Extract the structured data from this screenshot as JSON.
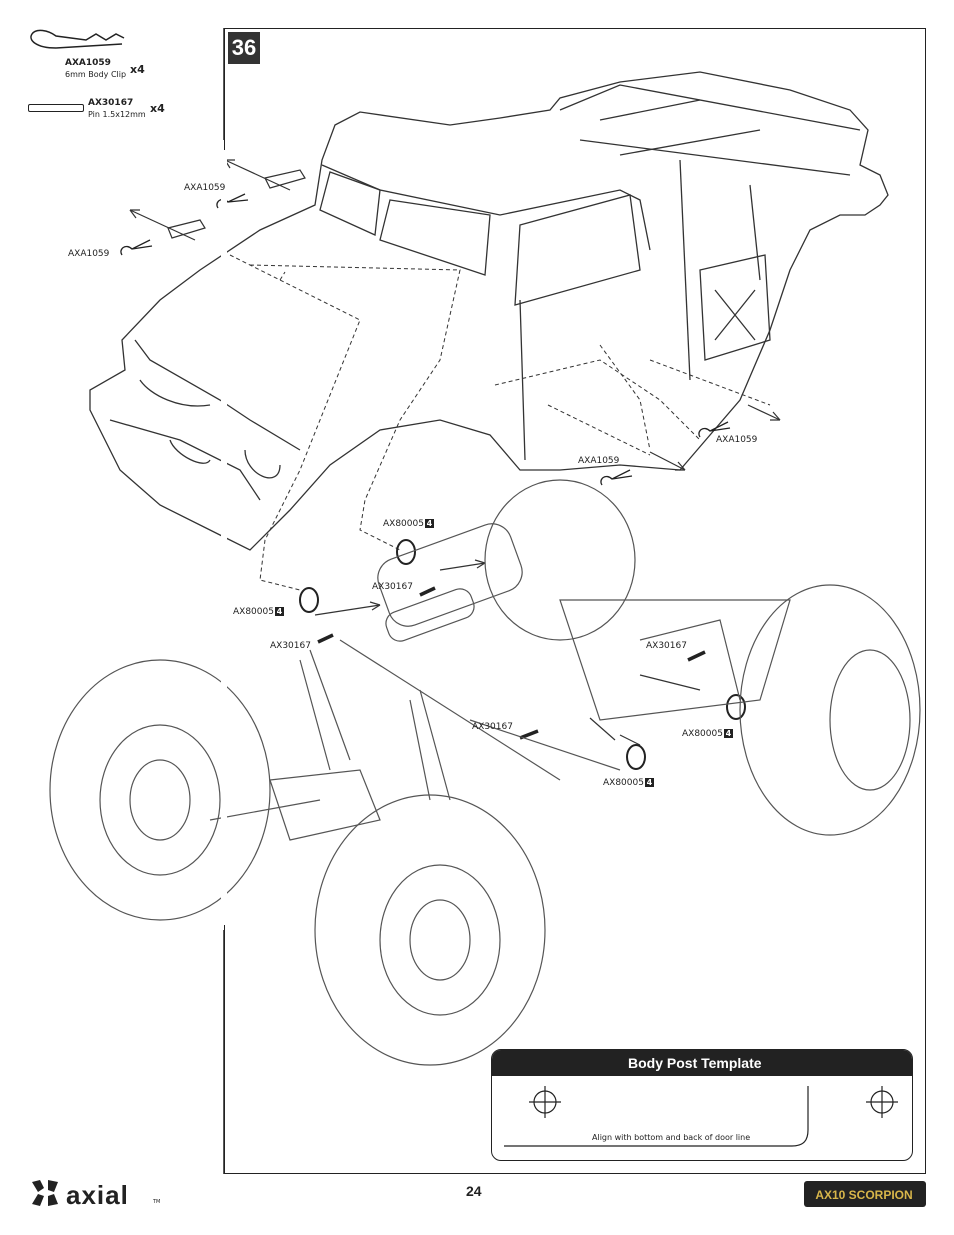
{
  "step": {
    "number": "36"
  },
  "parts": [
    {
      "part_no": "AXA1059",
      "desc": "6mm Body Clip",
      "qty": "x4"
    },
    {
      "part_no": "AX30167",
      "desc": "Pin 1.5x12mm",
      "qty": "x4"
    }
  ],
  "callouts": {
    "clip_1": "AXA1059",
    "clip_2": "AXA1059",
    "clip_3": "AXA1059",
    "clip_4": "AXA1059",
    "washer_1": "AX80005",
    "washer_2": "AX80005",
    "washer_3": "AX80005",
    "washer_4": "AX80005",
    "washer_tag": "4",
    "pin_1": "AX30167",
    "pin_2": "AX30167",
    "pin_3": "AX30167",
    "pin_4": "AX30167"
  },
  "template": {
    "title": "Body Post Template",
    "note": "Align with bottom and back of door line"
  },
  "footer": {
    "page": "24",
    "brand": "axial",
    "trademark": "TM",
    "model": "AX10 SCORPION"
  }
}
